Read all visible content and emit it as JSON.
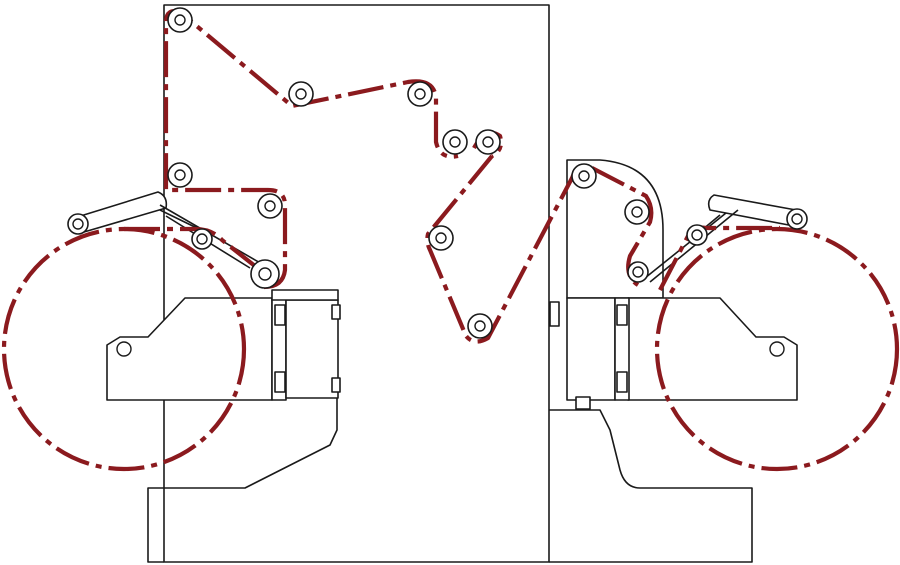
{
  "diagram": {
    "type": "web-path schematic",
    "colors": {
      "web_path": "#8b1a1e",
      "machine_outline": "#1a1a1a",
      "background": "#ffffff"
    },
    "roll_count": 2,
    "roller_count": 17
  }
}
